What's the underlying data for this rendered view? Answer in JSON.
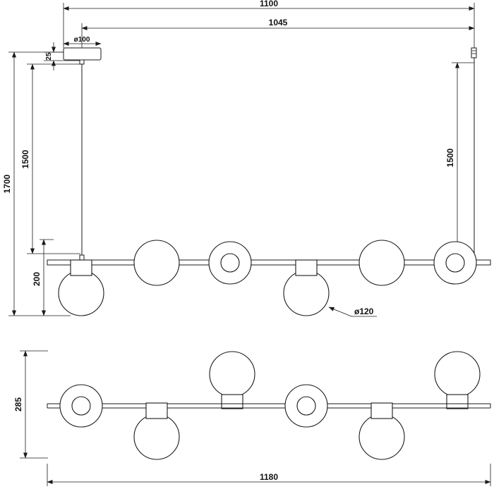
{
  "dimensions": {
    "width_total": "1100",
    "width_inner": "1045",
    "canopy_diameter": "ø100",
    "canopy_height": "25",
    "height_total": "1700",
    "cable_length_left": "1500",
    "cable_length_right": "1500",
    "drop_height": "200",
    "globe_diameter": "ø120",
    "depth": "285",
    "bar_length": "1180"
  }
}
